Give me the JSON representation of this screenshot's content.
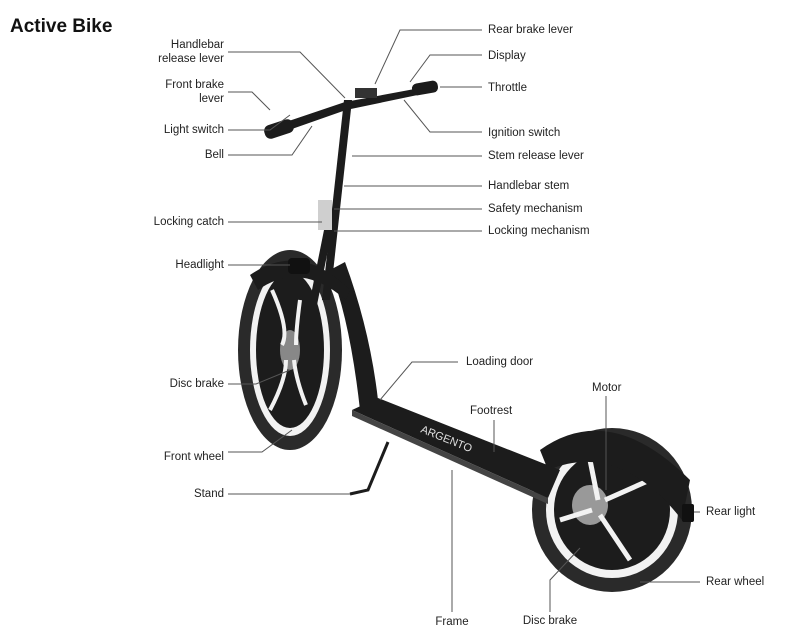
{
  "title": "Active Bike",
  "labels": {
    "handlebar_release_lever": "Handlebar\nrelease lever",
    "front_brake_lever": "Front brake\nlever",
    "light_switch": "Light switch",
    "bell": "Bell",
    "locking_catch": "Locking catch",
    "headlight": "Headlight",
    "disc_brake_front": "Disc brake",
    "front_wheel": "Front wheel",
    "stand": "Stand",
    "frame": "Frame",
    "disc_brake_rear": "Disc brake",
    "rear_brake_lever": "Rear brake lever",
    "display": "Display",
    "throttle": "Throttle",
    "ignition_switch": "Ignition switch",
    "stem_release_lever": "Stem release lever",
    "handlebar_stem": "Handlebar stem",
    "safety_mechanism": "Safety mechanism",
    "locking_mechanism": "Locking mechanism",
    "loading_door": "Loading door",
    "footrest": "Footrest",
    "motor": "Motor",
    "rear_light": "Rear light",
    "rear_wheel": "Rear wheel"
  },
  "deck_brand": "ARGENTO",
  "colors": {
    "scooter": "#1c1c1c",
    "tire": "#2a2a2a",
    "leader": "#555555"
  }
}
